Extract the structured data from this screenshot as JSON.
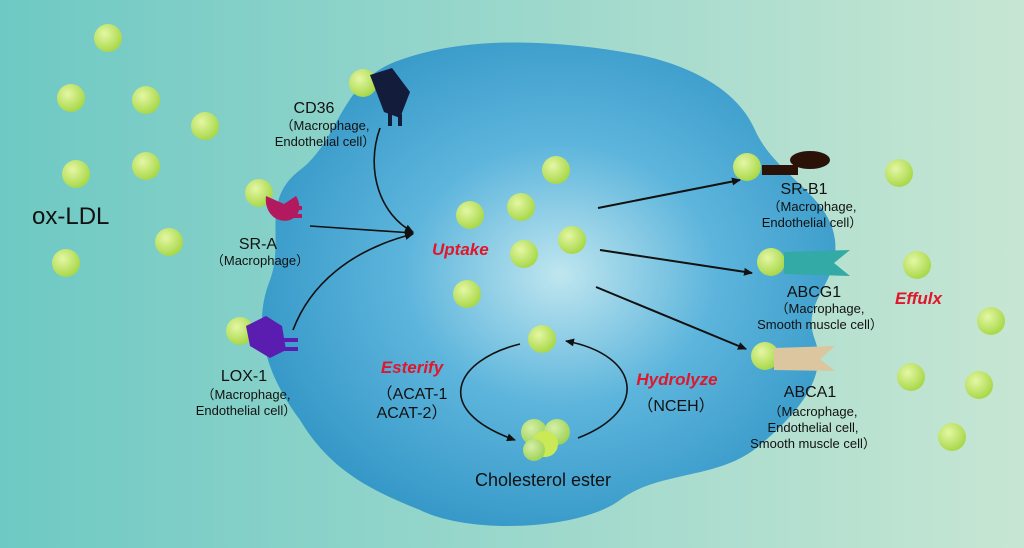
{
  "external_label": "ox-LDL",
  "receptors": {
    "cd36": {
      "name": "CD36",
      "cells_l1": "（Macrophage,",
      "cells_l2": "Endothelial cell）"
    },
    "sra": {
      "name": "SR-A",
      "cells_l1": "（Macrophage）"
    },
    "lox1": {
      "name": "LOX-1",
      "cells_l1": "（Macrophage,",
      "cells_l2": "Endothelial cell）"
    },
    "srb1": {
      "name": "SR-B1",
      "cells_l1": "（Macrophage,",
      "cells_l2": "Endothelial cell）"
    },
    "abcg1": {
      "name": "ABCG1",
      "cells_l1": "（Macrophage,",
      "cells_l2": "Smooth muscle cell）"
    },
    "abca1": {
      "name": "ABCA1",
      "cells_l1": "（Macrophage,",
      "cells_l2": "Endothelial cell,",
      "cells_l3": "Smooth muscle cell）"
    }
  },
  "processes": {
    "uptake": "Uptake",
    "efflux": "Effulx",
    "esterify": "Esterify",
    "esterify_enzyme_1": "（ACAT-1",
    "esterify_enzyme_2": "ACAT-2）",
    "hydrolyze": "Hydrolyze",
    "hydrolyze_enzyme": "（NCEH）",
    "product": "Cholesterol ester"
  },
  "colors": {
    "background_left": "#6ec9c4",
    "background_right": "#c7e6d3",
    "cell_outer": "#2f93c4",
    "cell_inner": "#bfe6ef",
    "ldl_particle": "#c8ec6e",
    "cd36_receptor": "#141c3c",
    "sra_receptor": "#b2195e",
    "lox1_receptor": "#5a1db0",
    "srb1_receptor": "#2b1208",
    "abcg1_receptor": "#33aaa5",
    "abca1_receptor": "#dbc6a0",
    "process_label": "#e0162b"
  }
}
